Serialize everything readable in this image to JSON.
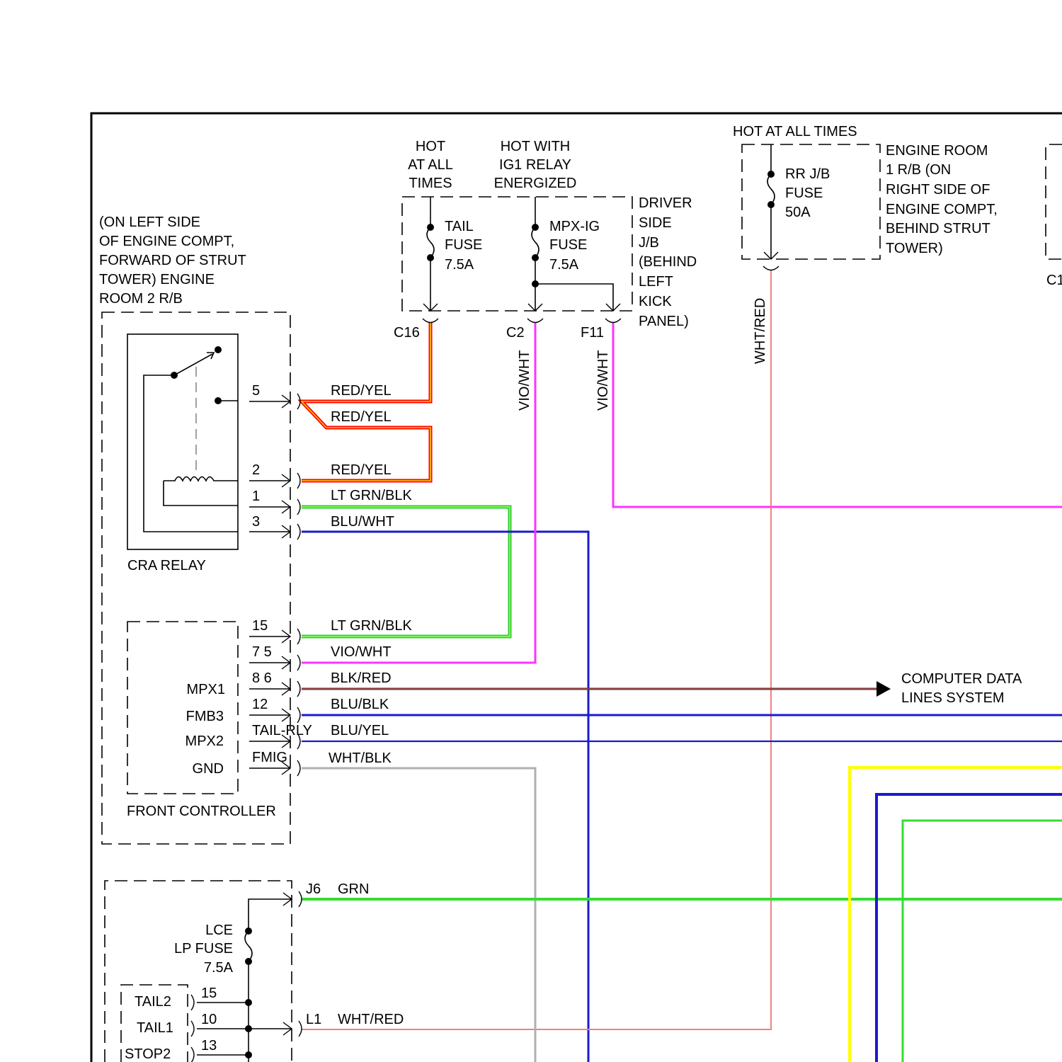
{
  "labels": {
    "hot_all_times_1": "HOT",
    "hot_all_times_2": "AT ALL",
    "hot_all_times_3": "TIMES",
    "hot_ig1_1": "HOT WITH",
    "hot_ig1_2": "IG1 RELAY",
    "hot_ig1_3": "ENERGIZED",
    "hot_all_times_top": "HOT AT ALL TIMES",
    "engine_room2_1": "(ON LEFT SIDE",
    "engine_room2_2": "OF ENGINE COMPT,",
    "engine_room2_3": "FORWARD OF STRUT",
    "engine_room2_4": "TOWER) ENGINE",
    "engine_room2_5": "ROOM 2 R/B",
    "driver_jb_1": "DRIVER",
    "driver_jb_2": "SIDE",
    "driver_jb_3": "J/B",
    "driver_jb_4": "(BEHIND",
    "driver_jb_5": "LEFT",
    "driver_jb_6": "KICK",
    "driver_jb_7": "PANEL)",
    "engine_room1_1": "ENGINE ROOM",
    "engine_room1_2": "1 R/B (ON",
    "engine_room1_3": "RIGHT SIDE OF",
    "engine_room1_4": "ENGINE COMPT,",
    "engine_room1_5": "BEHIND STRUT",
    "engine_room1_6": "TOWER)",
    "c1_partial": "C1",
    "computer_data_1": "COMPUTER DATA",
    "computer_data_2": "LINES SYSTEM",
    "cra_relay": "CRA RELAY",
    "front_controller": "FRONT CONTROLLER"
  },
  "fuses": {
    "tail_1": "TAIL",
    "tail_2": "FUSE",
    "tail_3": "7.5A",
    "mpx_1": "MPX-IG",
    "mpx_2": "FUSE",
    "mpx_3": "7.5A",
    "rr_1": "RR J/B",
    "rr_2": "FUSE",
    "rr_3": "50A",
    "lce_1": "LCE",
    "lce_2": "LP FUSE",
    "lce_3": "7.5A"
  },
  "connectors": {
    "c16": "C16",
    "c2": "C2",
    "f11": "F11",
    "j6": "J6",
    "l1": "L1"
  },
  "pins": {
    "p5": "5",
    "p2": "2",
    "p1": "1",
    "p3": "3",
    "p15": "15",
    "p75": "7 5",
    "p86": "8 6",
    "p12": "12",
    "tail_rly": "TAIL-RLY",
    "fmig": "FMIG",
    "p15b": "15",
    "p10": "10",
    "p13": "13"
  },
  "controller_pins": {
    "mpx1": "MPX1",
    "fmb3": "FMB3",
    "mpx2": "MPX2",
    "gnd": "GND",
    "tail2": "TAIL2",
    "tail1": "TAIL1",
    "stop2": "STOP2"
  },
  "wires": {
    "red_yel_1": "RED/YEL",
    "red_yel_2": "RED/YEL",
    "red_yel_3": "RED/YEL",
    "lt_grn_blk_1": "LT GRN/BLK",
    "blu_wht": "BLU/WHT",
    "lt_grn_blk_2": "LT GRN/BLK",
    "vio_wht_h": "VIO/WHT",
    "blk_red": "BLK/RED",
    "blu_blk": "BLU/BLK",
    "blu_yel": "BLU/YEL",
    "wht_blk": "WHT/BLK",
    "grn": "GRN",
    "wht_red_h": "WHT/RED",
    "vio_wht_v1": "VIO/WHT",
    "vio_wht_v2": "VIO/WHT",
    "wht_red_v": "WHT/RED"
  },
  "colors": {
    "red_yel_outer": "#ff0000",
    "red_yel_inner": "#ffcc00",
    "lt_grn": "#33cc33",
    "lt_grn_inner": "#99ff66",
    "vio": "#ff33ff",
    "blue": "#1a1acc",
    "blk_red_line": "#5a2020",
    "grey": "#b0b0b0",
    "green": "#33dd33",
    "wht_red_line": "#f08080",
    "yellow": "#ffff00"
  }
}
